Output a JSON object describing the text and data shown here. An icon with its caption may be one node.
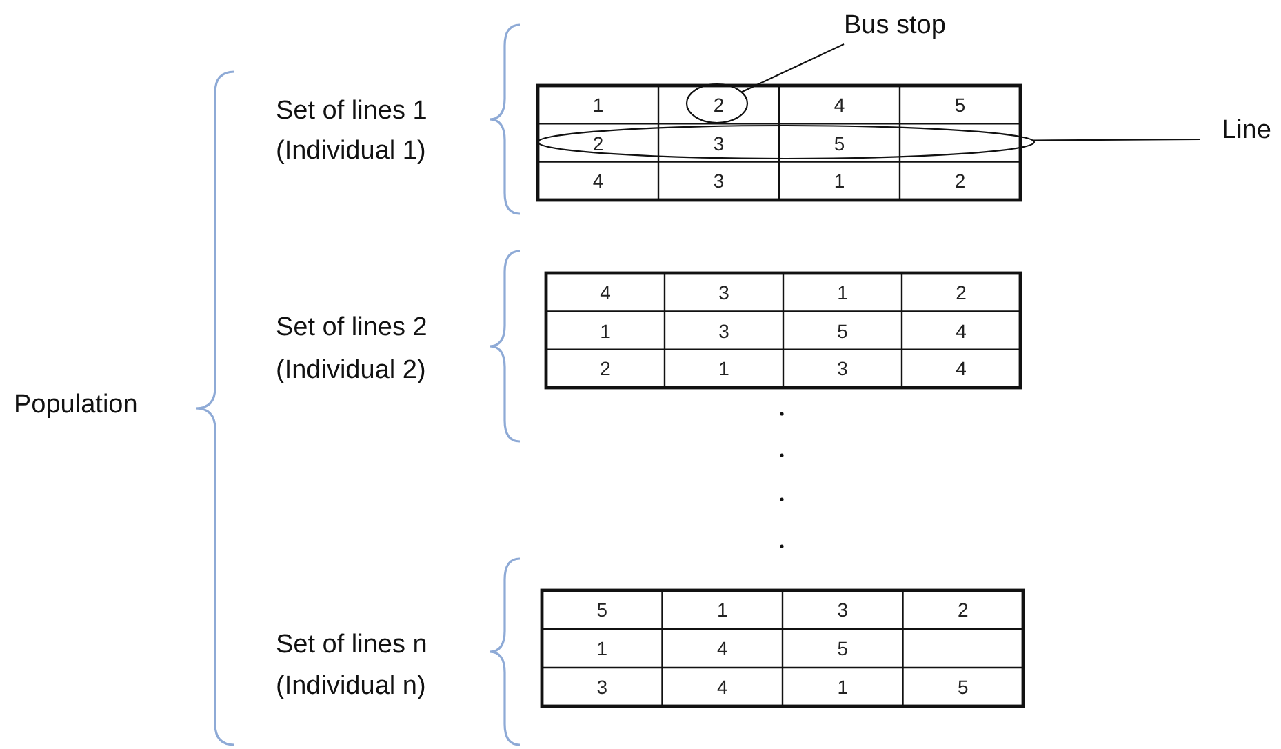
{
  "diagram": {
    "nodes": [
      {
        "text": [
          "Bus stop"
        ]
      },
      {
        "text": [],
        "shape": "ellipse"
      },
      {
        "text": [
          "Line"
        ]
      },
      {
        "text": [],
        "shape": "ellipse"
      }
    ],
    "edges": [
      {
        "from": 0,
        "to": 1,
        "arrow": "none"
      },
      {
        "from": 2,
        "to": 3,
        "arrow": "none"
      }
    ],
    "labels": [
      "Population",
      "Set of lines 1",
      "(Individual 1)",
      "1",
      "2",
      "4",
      "5",
      "2",
      "3",
      "5",
      "4",
      "3",
      "1",
      "2",
      "Set of lines 2",
      "(Individual 2)",
      "4",
      "3",
      "1",
      "2",
      "1",
      "3",
      "5",
      "4",
      "2",
      "1",
      "3",
      "4",
      "Set of lines n",
      "(Individual n)",
      "5",
      "1",
      "3",
      "2",
      "1",
      "4",
      "5",
      "3",
      "4",
      "1",
      "5"
    ]
  }
}
